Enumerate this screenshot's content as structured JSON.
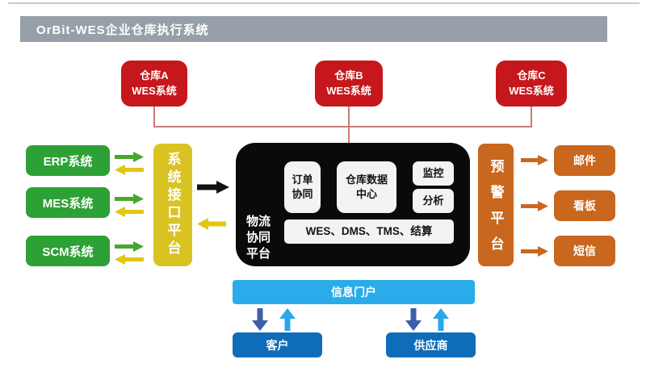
{
  "header": {
    "title": "OrBit-WES企业仓库执行系统"
  },
  "warehouses": [
    {
      "label": "仓库A\nWES系统"
    },
    {
      "label": "仓库B\nWES系统"
    },
    {
      "label": "仓库C\nWES系统"
    }
  ],
  "source_systems": [
    {
      "label": "ERP系统"
    },
    {
      "label": "MES系统"
    },
    {
      "label": "SCM系统"
    }
  ],
  "interface_platform": {
    "label": "系统接口平台"
  },
  "logistics_platform": {
    "label": "物流\n协同\n平台",
    "modules": {
      "order": "订单\n协同",
      "data_center": "仓库数据\n中心",
      "monitor": "监控",
      "analysis": "分析",
      "suite": "WES、DMS、TMS、结算"
    }
  },
  "alert_platform": {
    "label": "预警平台"
  },
  "alert_channels": [
    {
      "label": "邮件"
    },
    {
      "label": "看板"
    },
    {
      "label": "短信"
    }
  ],
  "portal": {
    "label": "信息门户"
  },
  "partners": [
    {
      "label": "客户"
    },
    {
      "label": "供应商"
    }
  ],
  "colors": {
    "header_bar": "#97a0a8",
    "warehouse_red": "#c5171c",
    "connector_red": "#cc7a76",
    "system_green": "#2da135",
    "arrow_green": "#45a82b",
    "interface_yellow": "#d9c322",
    "arrow_yellow": "#e2c712",
    "arrow_black": "#121212",
    "platform_black": "#0a0a0a",
    "module_white": "#f3f3f3",
    "alert_orange": "#c8671d",
    "portal_blue": "#29ace9",
    "partner_blue": "#0f6cb9",
    "arrow_navy": "#3b5fa8",
    "arrow_sky": "#2aa7e8"
  }
}
